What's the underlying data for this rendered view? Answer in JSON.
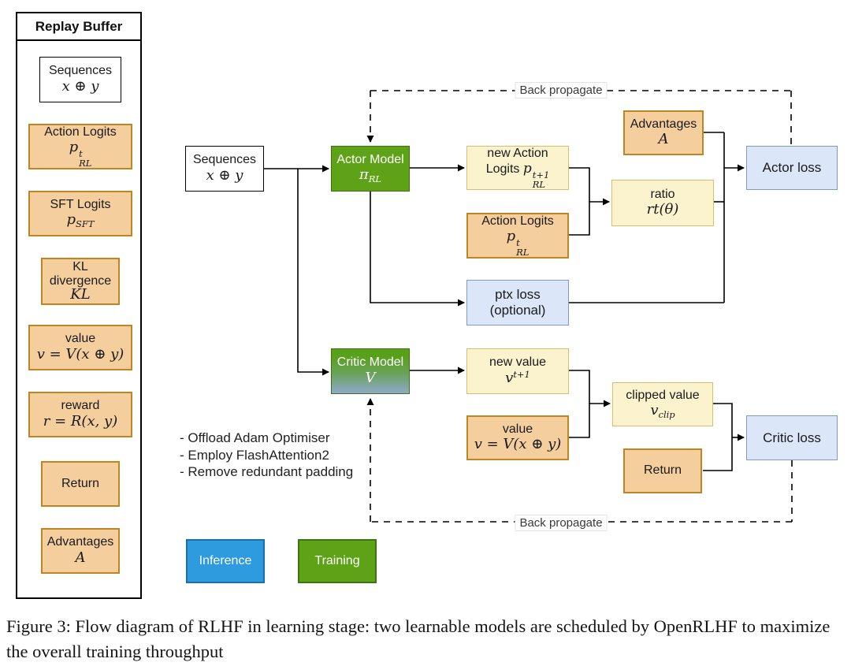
{
  "colors": {
    "orange_fill": "#F5CE9E",
    "orange_border": "#C08423",
    "yellow_fill": "#FBF2CE",
    "yellow_border": "#D9BD6C",
    "blue_fill": "#DBE7F9",
    "blue_border": "#8099C7",
    "green_fill": "#5EA317",
    "green_border": "#3F7211",
    "inference_fill": "#2E9BDE",
    "inference_border": "#1B6FA8",
    "critic_gradient_top": "#58A01A",
    "critic_gradient_bottom": "#8FA8CC"
  },
  "replay_buffer": {
    "title": "Replay Buffer",
    "items": [
      {
        "label": "Sequences",
        "math": "x ⊕ y"
      },
      {
        "label": "Action Logits",
        "math_base": "p",
        "sup": "t",
        "sub": "RL"
      },
      {
        "label": "SFT Logits",
        "math_base": "p",
        "sub": "SFT"
      },
      {
        "label_line1": "KL",
        "label_line2": "divergence",
        "math": "KL"
      },
      {
        "label": "value",
        "math": "v = V(x ⊕ y)"
      },
      {
        "label": "reward",
        "math": "r = R(x, y)"
      },
      {
        "label": "Return"
      },
      {
        "label": "Advantages",
        "math": "A"
      }
    ]
  },
  "flow": {
    "sequences": {
      "label": "Sequences",
      "math": "x ⊕ y"
    },
    "actor_model": {
      "label": "Actor Model",
      "math_base": "π",
      "sub": "RL"
    },
    "new_action_logits": {
      "line1": "new Action",
      "line2": "Logits",
      "math_base": "p",
      "sup": "t+1",
      "sub": "RL"
    },
    "action_logits": {
      "label": "Action Logits",
      "math_base": "p",
      "sup": "t",
      "sub": "RL"
    },
    "advantages": {
      "label": "Advantages",
      "math": "A"
    },
    "ratio": {
      "label": "ratio",
      "math": "rt(θ)"
    },
    "actor_loss": {
      "label": "Actor loss"
    },
    "ptx_loss": {
      "line1": "ptx loss",
      "line2": "(optional)"
    },
    "critic_model": {
      "label": "Critic Model",
      "math": "V"
    },
    "new_value": {
      "label": "new value",
      "math_base": "v",
      "sup": "t+1"
    },
    "value": {
      "label": "value",
      "math": "v = V(x ⊕ y)"
    },
    "clipped_value": {
      "label": "clipped value",
      "math_base": "v",
      "sub": "clip"
    },
    "return": {
      "label": "Return"
    },
    "critic_loss": {
      "label": "Critic loss"
    },
    "back_propagate_top": "Back propagate",
    "back_propagate_bottom": "Back propagate",
    "notes": [
      "- Offload Adam Optimiser",
      "- Employ FlashAttention2",
      "- Remove redundant padding"
    ]
  },
  "legend": {
    "inference": "Inference",
    "training": "Training"
  },
  "caption": "Figure 3: Flow diagram of RLHF in learning stage: two learnable models are scheduled by OpenRLHF to maximize the overall training throughput"
}
